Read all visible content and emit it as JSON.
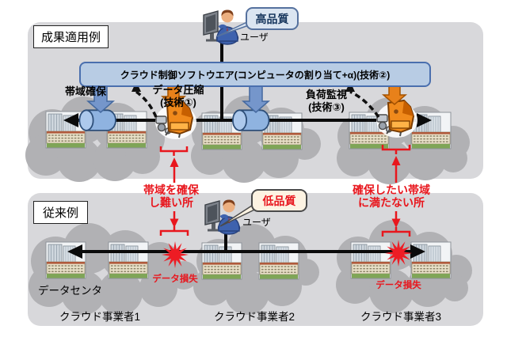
{
  "top_section": {
    "title": "成果適用例",
    "user_label": "ユーザ",
    "bubble_label": "高品質",
    "software_box_label": "クラウド制御ソフトウエア(コンピュータの割り当て+α)(技術②)",
    "bandwidth_label": "帯域確保",
    "compression_label_line1": "データ圧縮",
    "compression_label_line2": "(技術①)",
    "monitoring_label_line1": "負荷監視",
    "monitoring_label_line2": "(技術③)"
  },
  "middle_annotations": {
    "left_line1": "帯域を確保",
    "left_line2": "し難い所",
    "right_line1": "確保したい帯域",
    "right_line2": "に満たない所"
  },
  "bottom_section": {
    "title": "従来例",
    "user_label": "ユーザ",
    "bubble_label": "低品質",
    "data_loss_label": "データ損失",
    "datacenter_label": "データセンタ",
    "providers": [
      "クラウド事業者1",
      "クラウド事業者2",
      "クラウド事業者3"
    ]
  },
  "icons": {
    "user": "person-at-computer-icon",
    "compressor": "compressor-machine-icon",
    "cylinder": "bandwidth-pipe-icon",
    "building": "datacenter-building-icon",
    "burst": "data-loss-burst-icon",
    "cloud": "cloud-shape"
  },
  "colors": {
    "section_bg": "#d8d8db",
    "cloud": "#b1b1b4",
    "software_box_fill": "#b8cce4",
    "software_box_border": "#4a6fae",
    "blue_arrow": "#7596cb",
    "orange_arrow": "#e8811a",
    "red_accent": "#e8161d",
    "bubble_good_fill": "#dbe5f1",
    "bubble_good_text": "#17365d",
    "bubble_bad_fill": "#fdf3e2",
    "line": "#0b0b0b"
  }
}
